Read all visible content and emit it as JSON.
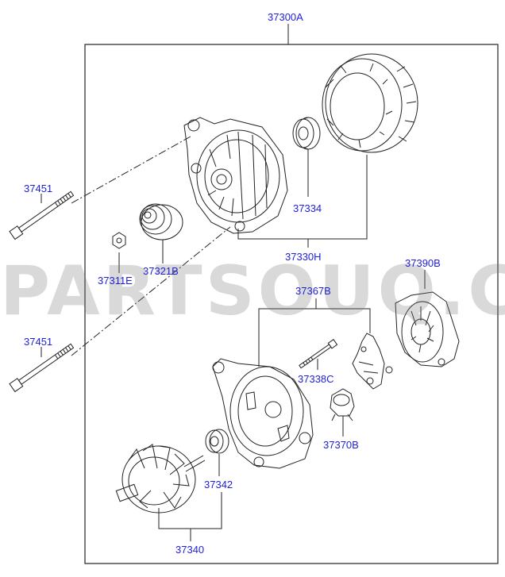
{
  "assembly_label": "37300A",
  "watermark": "PARTSOUQ.COM",
  "labels": {
    "bolt_upper": "37451",
    "bolt_lower": "37451",
    "nut": "37311E",
    "pulley": "37321B",
    "bearing_front": "37334",
    "housing_assy": "37330H",
    "cover": "37390B",
    "regulator_assy": "37367B",
    "stud_bolt": "37338C",
    "brush_holder": "37370B",
    "bearing_rear": "37342",
    "rotor": "37340"
  },
  "colors": {
    "label": "#1f1fd6",
    "line": "#222222",
    "watermark": "#787878"
  }
}
